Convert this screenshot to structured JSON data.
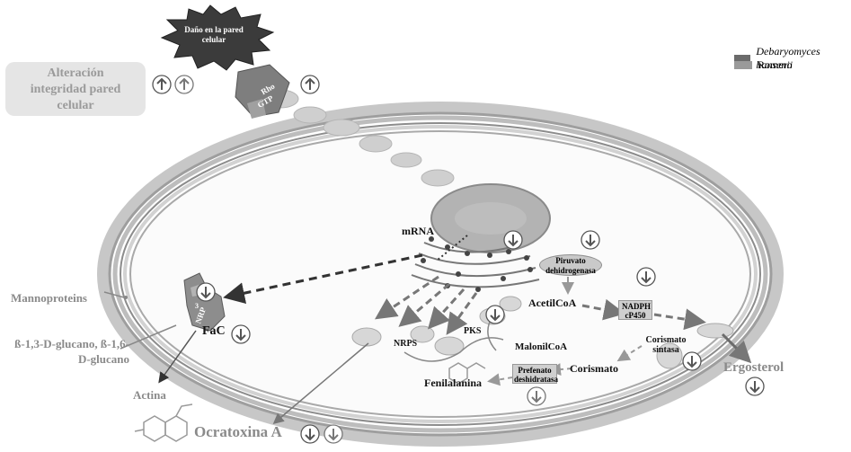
{
  "legend": [
    {
      "label": "Debaryomyces hansenii",
      "color": "#6b6b6b",
      "italic": true
    },
    {
      "label": "Romero",
      "color": "#9a9a9a",
      "italic": false
    }
  ],
  "labels": {
    "wall_damage": "Daño en la pared celular",
    "alteration": "Alteración integridad pared celular",
    "rho": "Rho",
    "gtp": "GTP",
    "mrna": "mRNA",
    "piruvato": "Piruvato dehidrogenasa",
    "acetilcoa": "AcetilCoA",
    "nadph": "NADPH cP450",
    "corismato_sintasa": "Corismato sintasa",
    "malonilcoa": "MalonilCoA",
    "corismato": "Corismato",
    "prefenato": "Prefenato deshidratasa",
    "fenilalanina": "Fenilalanina",
    "nrps": "NRPS",
    "pks": "PKS",
    "ergosterol": "Ergosterol",
    "mannoproteins": "Mannoproteins",
    "glucano": "ß-1,3-D-glucano, ß-1,6-D-glucano",
    "actina": "Actina",
    "ocratoxina": "Ocratoxina A",
    "fac": "FaC",
    "nrp": "NRP",
    "num3": "3"
  },
  "arrow_icons": [
    "up-arrow-icon",
    "down-arrow-icon"
  ]
}
